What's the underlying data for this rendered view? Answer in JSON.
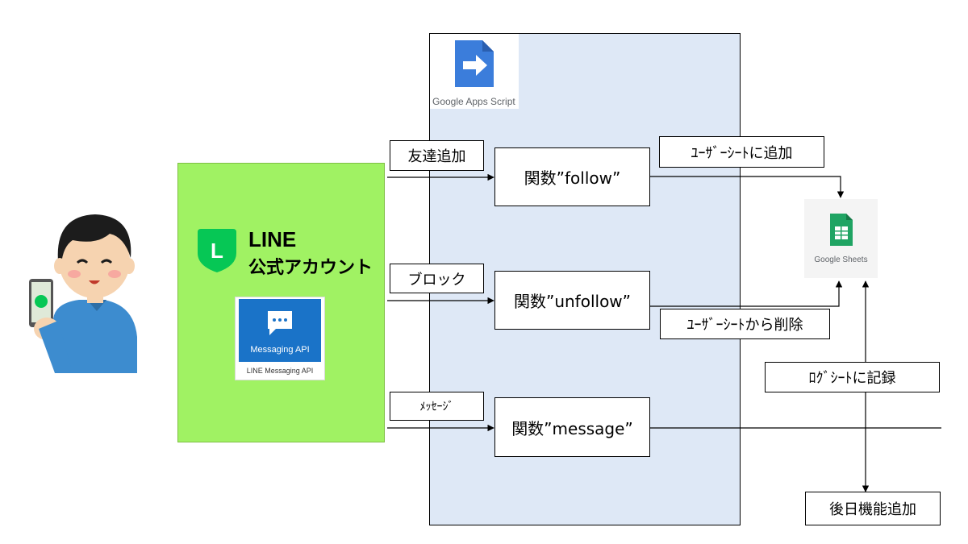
{
  "gas": {
    "label": "Google Apps Script"
  },
  "line": {
    "title": "LINE",
    "subtitle": "公式アカウント",
    "messaging_api_title": "Messaging API",
    "messaging_api_caption": "LINE Messaging API"
  },
  "sheets": {
    "label": "Google Sheets"
  },
  "functions": {
    "follow": "関数”follow”",
    "unfollow": "関数”unfollow”",
    "message": "関数”message”"
  },
  "events": {
    "follow": "友達追加",
    "block": "ブロック",
    "message": "ﾒｯｾｰｼﾞ"
  },
  "actions": {
    "add_user": "ﾕｰｻﾞｰｼｰﾄに追加",
    "remove_user": "ﾕｰｻﾞｰｼｰﾄから削除",
    "log": "ﾛｸﾞｼｰﾄに記録",
    "future": "後日機能追加"
  },
  "colors": {
    "gas_panel": "#dee8f6",
    "line_panel": "#a0f263",
    "line_green": "#06c755",
    "gas_blue": "#3b7ddb",
    "sheets_green": "#1fa463"
  }
}
